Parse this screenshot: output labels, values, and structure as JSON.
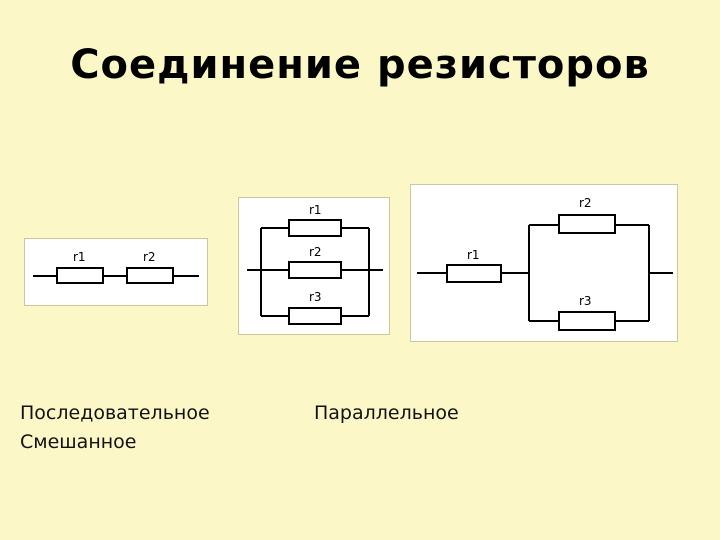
{
  "title": "Соединение резисторов",
  "captions": {
    "series": "Последовательное",
    "parallel": "Параллельное",
    "mixed": "Смешанное"
  },
  "series_diagram": {
    "labels": [
      "r1",
      "r2"
    ]
  },
  "parallel_diagram": {
    "labels": [
      "r1",
      "r2",
      "r3"
    ]
  },
  "mixed_diagram": {
    "labels": [
      "r1",
      "r2",
      "r3"
    ]
  },
  "colors": {
    "background": "#fbf7c6",
    "panel": "#ffffff",
    "wire": "#000000"
  }
}
